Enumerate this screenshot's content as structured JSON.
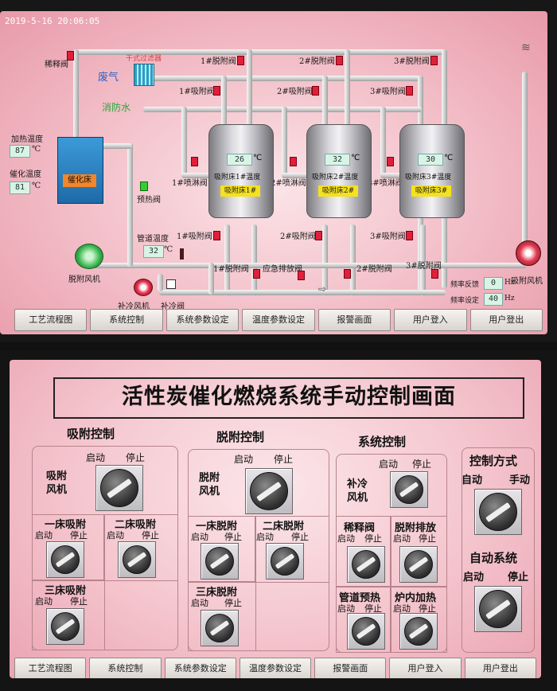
{
  "top": {
    "datetime": "2019-5-16 20:06:05",
    "labels": {
      "dilution_valve": "稀释阀",
      "dry_filter": "干式过滤器",
      "waste_gas": "废气",
      "fire_water": "消防水",
      "heating_temp": "加热温度",
      "catalytic_temp": "催化温度",
      "catalytic_bed": "催化床",
      "preheat_valve": "预热阀",
      "pipe_temp": "管道温度",
      "desorb_fan": "脱附风机",
      "cooling_fan": "补冷风机",
      "cooling_valve": "补冷阀",
      "emergency_valve": "应急排放阀",
      "adsorb_fan": "吸附风机",
      "freq_feedback": "频率反馈",
      "freq_set": "频率设定",
      "hz": "Hz"
    },
    "valves": {
      "d1": "1#脱附阀",
      "d2": "2#脱附阀",
      "d3": "3#脱附阀",
      "a1": "1#吸附阀",
      "a2": "2#吸附阀",
      "a3": "3#吸附阀",
      "s1": "1#喷淋阀",
      "s2": "2#喷淋阀",
      "s3": "3#喷淋阀",
      "a1b": "1#吸附阀",
      "a2b": "2#吸附阀",
      "a3b": "3#吸附阀",
      "d1b": "1#脱附阀",
      "d2b": "2#脱附阀",
      "d3b": "3#脱附阀"
    },
    "values": {
      "heating_temp": "87",
      "catalytic_temp": "81",
      "pipe_temp": "32",
      "freq_feedback": "0",
      "freq_set": "40",
      "unit_c": "℃"
    },
    "tanks": [
      {
        "temp": "26",
        "name": "吸附床1#温度",
        "badge": "吸附床1#"
      },
      {
        "temp": "32",
        "name": "吸附床2#温度",
        "badge": "吸附床2#"
      },
      {
        "temp": "30",
        "name": "吸附床3#温度",
        "badge": "吸附床3#"
      }
    ],
    "nav": [
      "工艺流程图",
      "系统控制",
      "系统参数设定",
      "温度参数设定",
      "报警画面",
      "用户登入",
      "用户登出"
    ]
  },
  "bottom": {
    "title": "活性炭催化燃烧系统手动控制画面",
    "adsorb_ctrl": "吸附控制",
    "desorb_ctrl": "脱附控制",
    "system_ctrl": "系统控制",
    "control_mode": "控制方式",
    "start": "启动",
    "stop": "停止",
    "auto": "自动",
    "manual": "手动",
    "adsorb_fan": "吸附风机",
    "bed1_adsorb": "一床吸附",
    "bed2_adsorb": "二床吸附",
    "bed3_adsorb": "三床吸附",
    "desorb_fan": "脱附风机",
    "bed1_desorb": "一床脱附",
    "bed2_desorb": "二床脱附",
    "bed3_desorb": "三床脱附",
    "cooling_fan": "补冷风机",
    "dilution_valve": "稀释阀",
    "desorb_discharge": "脱附排放",
    "pipe_preheat": "管道预热",
    "furnace_heat": "炉内加热",
    "auto_system": "自动系统",
    "nav": [
      "工艺流程图",
      "系统控制",
      "系统参数设定",
      "温度参数设定",
      "报警画面",
      "用户登入",
      "用户登出"
    ]
  }
}
